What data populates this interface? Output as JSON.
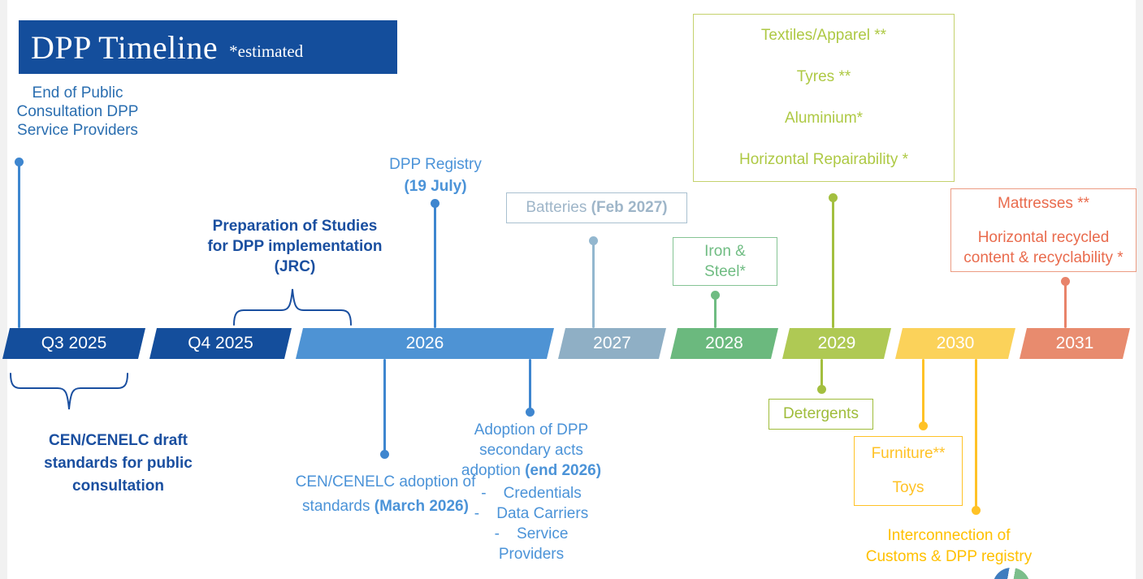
{
  "title": {
    "text": "DPP Timeline",
    "suffix": "*estimated",
    "bg": "#144E9C",
    "fg": "#FFFFFF"
  },
  "colors": {
    "darkblue": "#1A4FA0",
    "midblue": "#2A6EB0",
    "lightblue_text": "#4B93D8",
    "stem_blue": "#3E86CF",
    "gray_text": "#9FB6C9",
    "gray_border": "#A9C0D0",
    "gray_stem": "#93B7CF",
    "green_text": "#6FBC82",
    "green_border": "#85C494",
    "lime_text": "#AEC944",
    "lime_border": "#C4D16C",
    "lime_dark": "#9FBC3A",
    "lime_stem": "#A3BF3F",
    "yellow": "#FFC226",
    "yellow_deep": "#FFC000",
    "salmon_text": "#E96B4D",
    "salmon_border": "#EC9C83",
    "salmon_stem": "#E8836A",
    "edge_strip": "#F1F1F1"
  },
  "segments": [
    {
      "label": "Q3 2025",
      "color": "#144E9C"
    },
    {
      "label": "Q4 2025",
      "color": "#144E9C"
    },
    {
      "label": "2026",
      "color": "#4E93D4"
    },
    {
      "label": "2027",
      "color": "#8FAFC5"
    },
    {
      "label": "2028",
      "color": "#6BB97E"
    },
    {
      "label": "2029",
      "color": "#AFC954"
    },
    {
      "label": "2030",
      "color": "#FBD25A"
    },
    {
      "label": "2031",
      "color": "#E88B6E"
    }
  ],
  "annotations": {
    "end_public": {
      "lines": [
        "End of Public",
        "Consultation DPP",
        "Service Providers"
      ]
    },
    "prep_studies": {
      "lines": [
        "Preparation of Studies",
        "for DPP implementation",
        "(JRC)"
      ]
    },
    "dpp_registry": {
      "line1": "DPP Registry",
      "line2": "(19 July)"
    },
    "batteries": {
      "normal": "Batteries ",
      "bold": "(Feb 2027)"
    },
    "iron_steel": {
      "line1": "Iron &",
      "line2": "Steel*"
    },
    "textiles": {
      "lines": [
        "Textiles/Apparel **",
        "Tyres **",
        "Aluminium*",
        "Horizontal Repairability *"
      ]
    },
    "mattresses": {
      "line1": "Mattresses **",
      "line2": "Horizontal recycled",
      "line3": "content & recyclability *"
    },
    "cen_draft": {
      "lines": [
        "CEN/CENELC draft",
        "standards for public",
        "consultation"
      ]
    },
    "cen_adoption": {
      "normal": "CEN/CENELC adoption of standards ",
      "bold": "(March 2026)"
    },
    "secondary_acts": {
      "normal": "Adoption of DPP secondary acts adoption ",
      "bold": "(end 2026)",
      "items": [
        "Credentials",
        "Data Carriers",
        "Service Providers"
      ]
    },
    "detergents": {
      "text": "Detergents"
    },
    "furniture": {
      "line1": "Furniture**",
      "line2": "Toys"
    },
    "interconnection": {
      "lines": [
        "Interconnection of",
        "Customs & DPP registry"
      ]
    }
  }
}
